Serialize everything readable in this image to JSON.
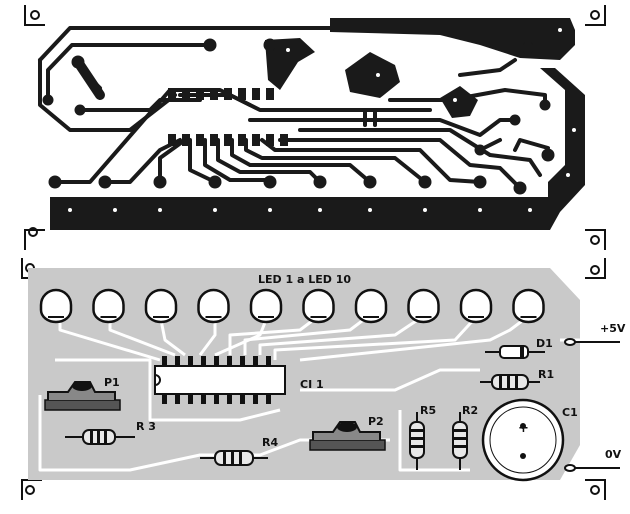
{
  "colors": {
    "copper": "#1a1a1a",
    "board_silk": "#c9c9c9",
    "background": "#ffffff",
    "ink": "#111111"
  },
  "labels": {
    "led_range": "LED 1  a  LED 10",
    "plus_5v": "+5V",
    "zero_v": "0V",
    "ic": "CI 1",
    "p1": "P1",
    "p2": "P2",
    "r1": "R1",
    "r2": "R2",
    "r3": "R 3",
    "r4": "R4",
    "r5": "R5",
    "c1": "C1",
    "d1": "D1",
    "c1_polarity": "+"
  },
  "leds": [
    1,
    2,
    3,
    4,
    5,
    6,
    7,
    8,
    9,
    10
  ]
}
